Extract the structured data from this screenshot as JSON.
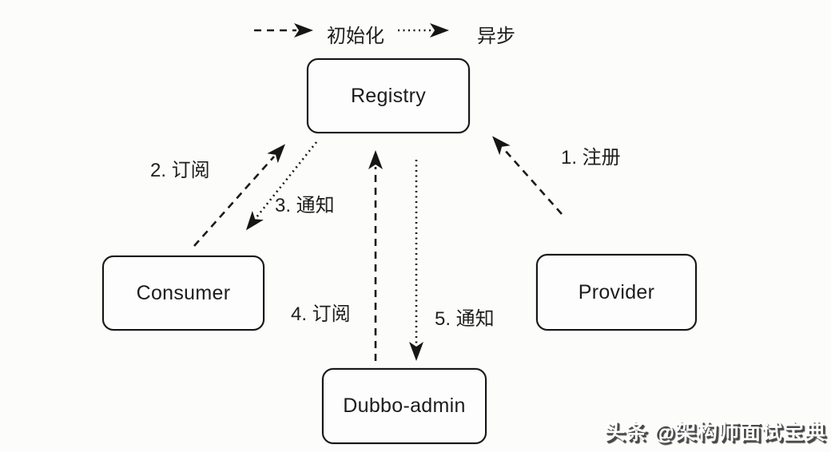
{
  "legend": {
    "items": [
      {
        "label": "初始化",
        "style": "dashed"
      },
      {
        "label": "异步",
        "style": "dotted"
      }
    ]
  },
  "diagram": {
    "nodes": [
      {
        "id": "registry",
        "label": "Registry"
      },
      {
        "id": "consumer",
        "label": "Consumer"
      },
      {
        "id": "provider",
        "label": "Provider"
      },
      {
        "id": "dubbo-admin",
        "label": "Dubbo-admin"
      }
    ],
    "edges": [
      {
        "label": "1. 注册",
        "from": "Provider",
        "to": "Registry",
        "style": "dashed"
      },
      {
        "label": "2. 订阅",
        "from": "Consumer",
        "to": "Registry",
        "style": "dashed"
      },
      {
        "label": "3. 通知",
        "from": "Registry",
        "to": "Consumer",
        "style": "dotted"
      },
      {
        "label": "4. 订阅",
        "from": "Dubbo-admin",
        "to": "Registry",
        "style": "dashed"
      },
      {
        "label": "5. 通知",
        "from": "Registry",
        "to": "Dubbo-admin",
        "style": "dotted"
      }
    ]
  },
  "watermark": {
    "text": "头条 @架构师面试宝典"
  },
  "colors": {
    "ink": "#1a1a1a",
    "background": "#fcfcfb"
  }
}
